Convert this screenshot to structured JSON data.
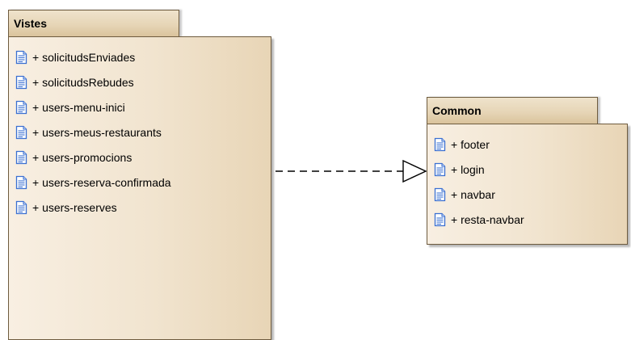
{
  "colors": {
    "package_fill": "#f1e4cf",
    "package_border": "#6e5b3e",
    "icon_blue": "#3a6fd1",
    "dependency_line": "#000000"
  },
  "packages": {
    "vistes": {
      "name": "Vistes",
      "item_icon": "document-icon",
      "items": [
        "+ solicitudsEnviades",
        "+ solicitudsRebudes",
        "+ users-menu-inici",
        "+ users-meus-restaurants",
        "+ users-promocions",
        "+ users-reserva-confirmada",
        "+ users-reserves"
      ]
    },
    "common": {
      "name": "Common",
      "item_icon": "document-icon",
      "items": [
        "+ footer",
        "+ login",
        "+ navbar",
        "+ resta-navbar"
      ]
    }
  },
  "relationship": {
    "type": "dependency",
    "from": "Vistes",
    "to": "Common",
    "style": "dashed line with hollow open arrowhead"
  }
}
